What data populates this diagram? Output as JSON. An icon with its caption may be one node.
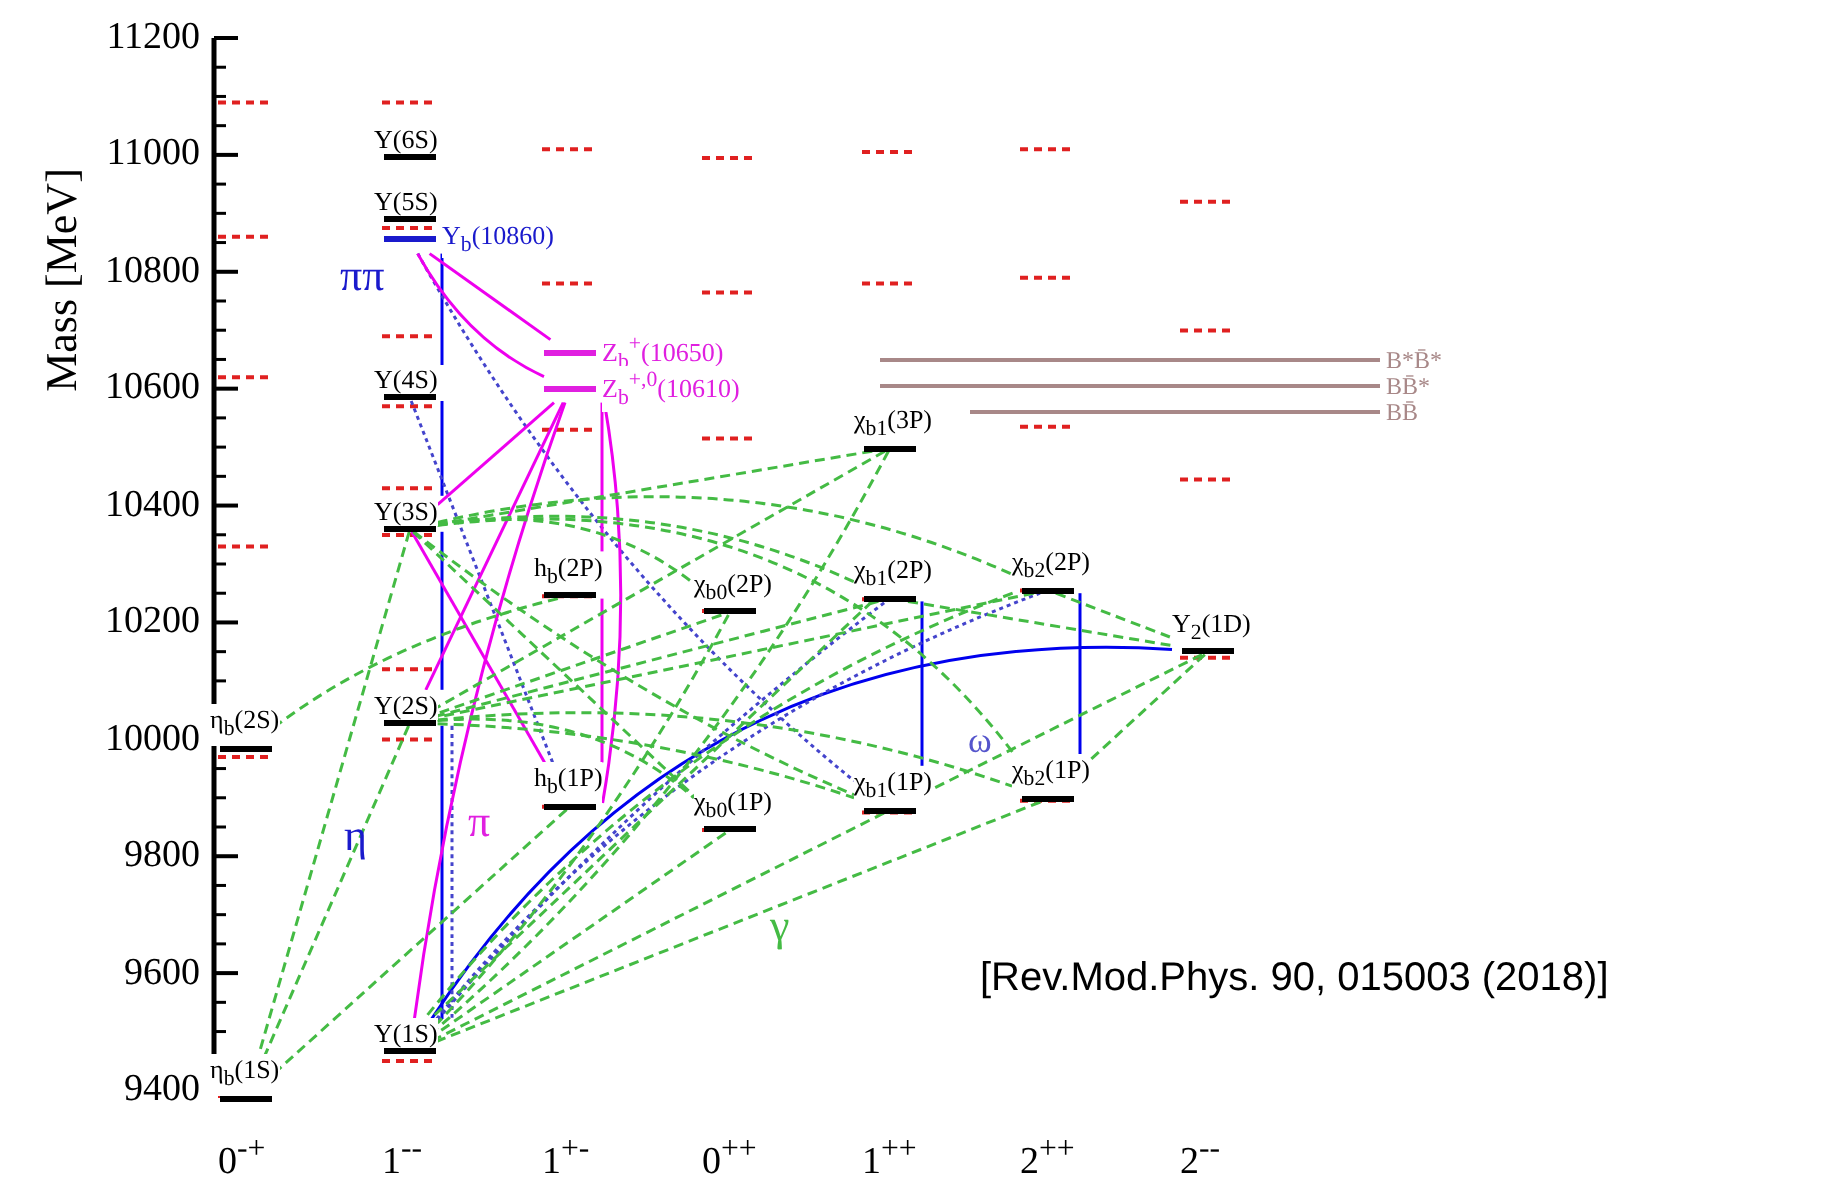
{
  "diagram": {
    "caption": "[Rev.Mod.Phys. 90, 015003 (2018)]",
    "nodes": [
      {
        "text": [
          "η$_{b}$(1S)"
        ]
      },
      {
        "text": [
          "η$_{b}$(2S)"
        ]
      },
      {
        "text": [
          "Υ(1S)"
        ]
      },
      {
        "text": [
          "Υ(2S)"
        ]
      },
      {
        "text": [
          "Υ(3S)"
        ]
      },
      {
        "text": [
          "Υ(4S)"
        ]
      },
      {
        "text": [
          "Υ(5S)"
        ]
      },
      {
        "text": [
          "Υ(6S)"
        ]
      },
      {
        "text": [
          "Υ$_{b}$(10860)"
        ]
      },
      {
        "text": [
          "h$_{b}$(1P)"
        ]
      },
      {
        "text": [
          "h$_{b}$(2P)"
        ]
      },
      {
        "text": [
          "Z$_{b}$$^{+}$(10650)"
        ]
      },
      {
        "text": [
          "Z$_{b}$$^{+,0}$(10610)"
        ]
      },
      {
        "text": [
          "χ$_{b0}$(1P)"
        ]
      },
      {
        "text": [
          "χ$_{b0}$(2P)"
        ]
      },
      {
        "text": [
          "χ$_{b1}$(1P)"
        ]
      },
      {
        "text": [
          "χ$_{b1}$(2P)"
        ]
      },
      {
        "text": [
          "χ$_{b1}$(3P)"
        ]
      },
      {
        "text": [
          "χ$_{b2}$(1P)"
        ]
      },
      {
        "text": [
          "χ$_{b2}$(2P)"
        ]
      },
      {
        "text": [
          "Υ$_{2}$(1D)"
        ]
      },
      {
        "text": [
          "B*B̄*"
        ]
      },
      {
        "text": [
          "BB̄*"
        ]
      },
      {
        "text": [
          "BB̄"
        ]
      }
    ],
    "edges": [
      {
        "from": 8,
        "to": 5,
        "arrow": "none",
        "color": "#0000ee"
      },
      {
        "from": 5,
        "to": 4,
        "arrow": "none",
        "color": "#0000ee"
      },
      {
        "from": 4,
        "to": 3,
        "arrow": "none",
        "color": "#0000ee"
      },
      {
        "from": 3,
        "to": 2,
        "arrow": "none",
        "color": "#0000ee"
      },
      {
        "from": 16,
        "to": 15,
        "arrow": "none",
        "color": "#0000ee"
      },
      {
        "from": 19,
        "to": 18,
        "arrow": "none",
        "color": "#0000ee"
      },
      {
        "from": 20,
        "to": 2,
        "arrow": "none",
        "color": "#0000ee"
      },
      {
        "from": 3,
        "to": 2,
        "arrow": "none",
        "style": "dashed",
        "color": "#4444cc"
      },
      {
        "from": 5,
        "to": 9,
        "arrow": "none",
        "style": "dashed",
        "color": "#4444cc"
      },
      {
        "from": 8,
        "to": 15,
        "arrow": "none",
        "style": "dashed",
        "color": "#4444cc"
      },
      {
        "from": 2,
        "to": 16,
        "arrow": "none",
        "style": "dashed",
        "color": "#4444cc"
      },
      {
        "from": 2,
        "to": 19,
        "arrow": "none",
        "style": "dashed",
        "color": "#4444cc"
      },
      {
        "from": 8,
        "to": 11,
        "arrow": "none",
        "color": "#ee00ee"
      },
      {
        "from": 8,
        "to": 12,
        "arrow": "none",
        "color": "#ee00ee"
      },
      {
        "from": 12,
        "to": 4,
        "arrow": "none",
        "color": "#ee00ee"
      },
      {
        "from": 12,
        "to": 3,
        "arrow": "none",
        "color": "#ee00ee"
      },
      {
        "from": 12,
        "to": 2,
        "arrow": "none",
        "color": "#ee00ee"
      },
      {
        "from": 12,
        "to": 10,
        "arrow": "none",
        "color": "#ee00ee"
      },
      {
        "from": 12,
        "to": 9,
        "arrow": "none",
        "color": "#ee00ee"
      },
      {
        "from": 4,
        "to": 9,
        "arrow": "none",
        "color": "#ee00ee"
      },
      {
        "from": 10,
        "to": 9,
        "arrow": "none",
        "color": "#ee00ee"
      },
      {
        "from": 3,
        "to": 0,
        "arrow": "none",
        "style": "dashed"
      },
      {
        "from": 4,
        "to": 0,
        "arrow": "none",
        "style": "dashed"
      },
      {
        "from": 10,
        "to": 1,
        "arrow": "none",
        "style": "dashed"
      },
      {
        "from": 9,
        "to": 0,
        "arrow": "none",
        "style": "dashed"
      },
      {
        "from": 4,
        "to": 13,
        "arrow": "none",
        "style": "dashed"
      },
      {
        "from": 4,
        "to": 15,
        "arrow": "none",
        "style": "dashed"
      },
      {
        "from": 4,
        "to": 18,
        "arrow": "none",
        "style": "dashed"
      },
      {
        "from": 3,
        "to": 13,
        "arrow": "none",
        "style": "dashed"
      },
      {
        "from": 3,
        "to": 15,
        "arrow": "none",
        "style": "dashed"
      },
      {
        "from": 3,
        "to": 18,
        "arrow": "none",
        "style": "dashed"
      },
      {
        "from": 4,
        "to": 14,
        "arrow": "none",
        "style": "dashed"
      },
      {
        "from": 4,
        "to": 16,
        "arrow": "none",
        "style": "dashed"
      },
      {
        "from": 4,
        "to": 19,
        "arrow": "none",
        "style": "dashed"
      },
      {
        "from": 14,
        "to": 3,
        "arrow": "none",
        "style": "dashed"
      },
      {
        "from": 16,
        "to": 3,
        "arrow": "none",
        "style": "dashed"
      },
      {
        "from": 19,
        "to": 3,
        "arrow": "none",
        "style": "dashed"
      },
      {
        "from": 13,
        "to": 2,
        "arrow": "none",
        "style": "dashed"
      },
      {
        "from": 15,
        "to": 2,
        "arrow": "none",
        "style": "dashed"
      },
      {
        "from": 18,
        "to": 2,
        "arrow": "none",
        "style": "dashed"
      },
      {
        "from": 14,
        "to": 2,
        "arrow": "none",
        "style": "dashed"
      },
      {
        "from": 16,
        "to": 2,
        "arrow": "none",
        "style": "dashed"
      },
      {
        "from": 19,
        "to": 2,
        "arrow": "none",
        "style": "dashed"
      },
      {
        "from": 17,
        "to": 2,
        "arrow": "none",
        "style": "dashed"
      },
      {
        "from": 17,
        "to": 3,
        "arrow": "none",
        "style": "dashed"
      },
      {
        "from": 17,
        "to": 4,
        "arrow": "none",
        "style": "dashed"
      },
      {
        "from": 16,
        "to": 20,
        "arrow": "none",
        "style": "dashed"
      },
      {
        "from": 19,
        "to": 20,
        "arrow": "none",
        "style": "dashed"
      },
      {
        "from": 20,
        "to": 15,
        "arrow": "none",
        "style": "dashed"
      },
      {
        "from": 20,
        "to": 18,
        "arrow": "none",
        "style": "dashed"
      }
    ],
    "labels": [
      "Mass [MeV]",
      "11200",
      "11000",
      "10800",
      "10600",
      "10400",
      "10200",
      "10000",
      "9800",
      "9600",
      "9400",
      "ππ",
      "ω",
      "η",
      "π",
      "γ",
      "0$^{-+}$",
      "1$^{--}$",
      "1$^{+-}$",
      "0$^{++}$",
      "1$^{++}$",
      "2$^{++}$",
      "2$^{--}$"
    ]
  }
}
